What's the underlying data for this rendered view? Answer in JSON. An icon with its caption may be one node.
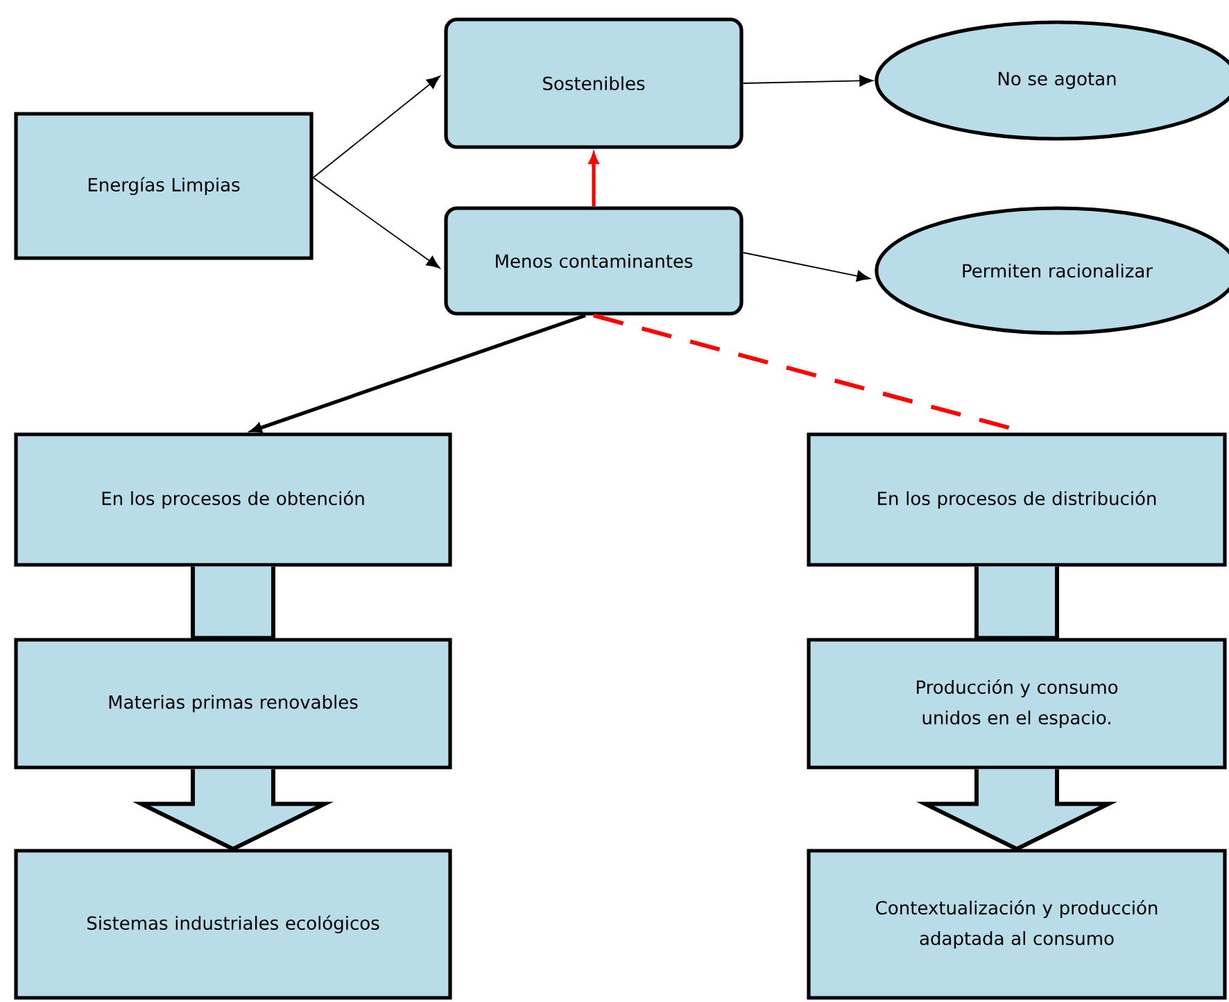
{
  "diagram": {
    "nodes": [
      {
        "text": [
          "Energías Limpias"
        ]
      },
      {
        "text": [
          "Sostenibles"
        ]
      },
      {
        "text": [
          "Menos contaminantes"
        ]
      },
      {
        "text": [
          "No se agotan"
        ]
      },
      {
        "text": [
          "Permiten racionalizar"
        ]
      },
      {
        "text": [
          "En los procesos de obtención"
        ]
      },
      {
        "text": [
          "En los procesos de distribución"
        ]
      },
      {
        "text": [
          "Materias primas renovables"
        ]
      },
      {
        "text": [
          "Producción y consumo unidos en el espacio."
        ]
      },
      {
        "text": [
          "Sistemas industriales ecológicos"
        ]
      },
      {
        "text": [
          "Contextualización y producción adaptada al consumo"
        ]
      }
    ],
    "edges": [
      {
        "from": 0,
        "to": 1,
        "arrow": "to"
      },
      {
        "from": 0,
        "to": 2,
        "arrow": "to"
      },
      {
        "from": 1,
        "to": 3,
        "arrow": "to"
      },
      {
        "from": 2,
        "to": 4,
        "arrow": "to"
      },
      {
        "from": 2,
        "to": 1,
        "arrow": "to",
        "style": "thick",
        "color": "#ff0000"
      },
      {
        "from": 2,
        "to": 5,
        "arrow": "to",
        "style": "thick"
      },
      {
        "from": 2,
        "to": 6,
        "arrow": "none",
        "style": "dashed",
        "color": "#ff0000"
      },
      {
        "from": 5,
        "to": 7,
        "arrow": "none",
        "style": "thick"
      },
      {
        "from": 7,
        "to": 9,
        "arrow": "to",
        "style": "thick"
      },
      {
        "from": 6,
        "to": 8,
        "arrow": "none",
        "style": "thick"
      },
      {
        "from": 8,
        "to": 10,
        "arrow": "to",
        "style": "thick"
      }
    ]
  }
}
